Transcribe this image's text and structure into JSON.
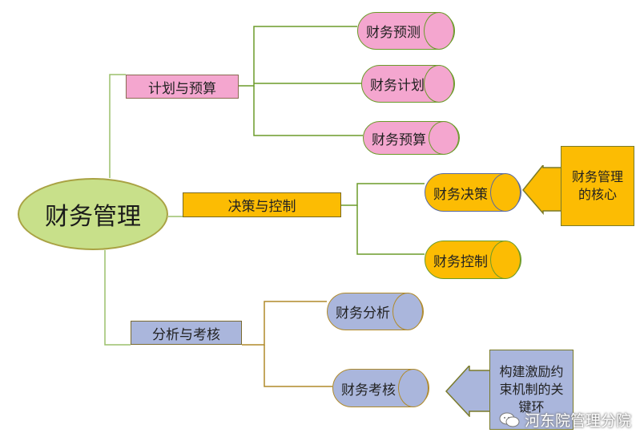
{
  "root": {
    "label": "财务管理"
  },
  "categories": [
    {
      "label": "计划与预算",
      "color": "#f4a6cf"
    },
    {
      "label": "决策与控制",
      "color": "#fcbc03"
    },
    {
      "label": "分析与考核",
      "color": "#aab6dc"
    }
  ],
  "nodes": {
    "plan": [
      "财务预测",
      "财务计划",
      "财务预算"
    ],
    "decision": [
      "财务决策",
      "财务控制"
    ],
    "analysis": [
      "财务分析",
      "财务考核"
    ]
  },
  "notes": {
    "decision_core": "财务管理的核心",
    "analysis_key": "构建激励约束机制的关键环"
  },
  "watermark": "河东院管理分院"
}
